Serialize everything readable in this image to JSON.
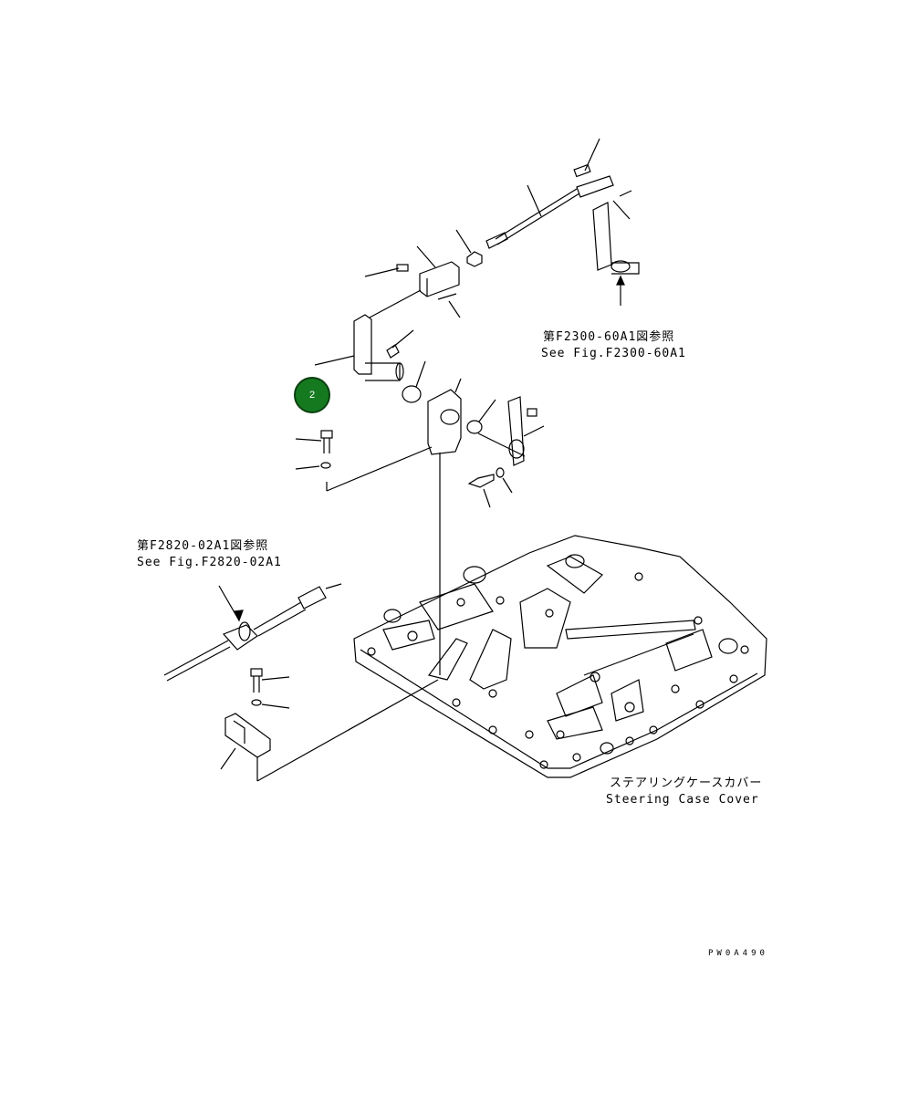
{
  "refs": {
    "f2300_jp": "第F2300-60A1図参照",
    "f2300_en": "See Fig.F2300-60A1",
    "f2820_jp": "第F2820-02A1図参照",
    "f2820_en": "See Fig.F2820-02A1",
    "cover_jp": "ステアリングケースカバー",
    "cover_en": "Steering Case Cover"
  },
  "hotspot": {
    "label": "2",
    "color": "#157a1f"
  },
  "drawing_code": "PW0A490"
}
